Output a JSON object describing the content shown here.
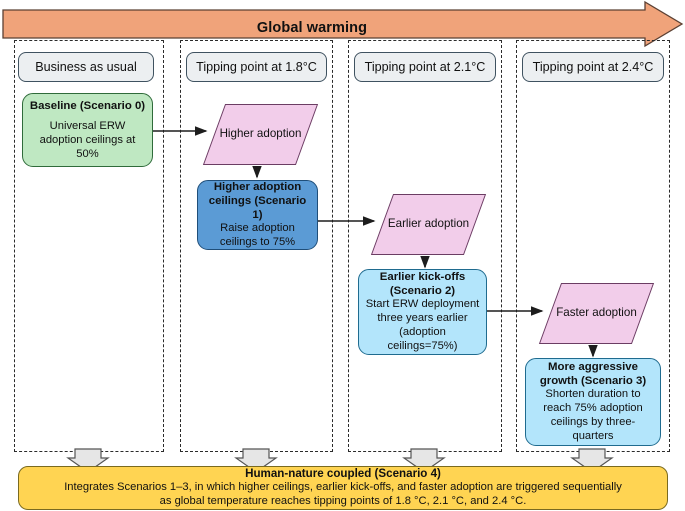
{
  "banner": {
    "label": "Global warming",
    "color": "#f0a37a"
  },
  "columns": [
    {
      "header": "Business as usual"
    },
    {
      "header": "Tipping point at 1.8°C"
    },
    {
      "header": "Tipping point at 2.1°C"
    },
    {
      "header": "Tipping point at 2.4°C"
    }
  ],
  "nodes": {
    "baseline": {
      "title": "Baseline (Scenario 0)",
      "body": "Universal ERW adoption ceilings at 50%",
      "color": "#bfe8c2"
    },
    "scenario1": {
      "title": "Higher adoption ceilings (Scenario 1)",
      "body": "Raise adoption ceilings to 75%",
      "color": "#5b9bd5"
    },
    "scenario2": {
      "title": "Earlier kick-offs (Scenario 2)",
      "body": "Start ERW deployment three years earlier (adoption ceilings=75%)",
      "color": "#b3e5fb"
    },
    "scenario3": {
      "title": "More aggressive growth (Scenario 3)",
      "body": "Shorten duration to reach 75% adoption ceilings by three-quarters",
      "color": "#b3e5fb"
    }
  },
  "triggers": {
    "higher": "Higher adoption",
    "earlier": "Earlier adoption",
    "faster": "Faster adoption",
    "color": "#f2cdea"
  },
  "bottom": {
    "title": "Human-nature coupled (Scenario 4)",
    "line1": "Integrates Scenarios 1–3, in which higher ceilings, earlier kick-offs, and faster adoption are triggered sequentially",
    "line2": "as global temperature reaches tipping points of 1.8 °C, 2.1 °C, and 2.4 °C.",
    "color": "#ffd452"
  }
}
